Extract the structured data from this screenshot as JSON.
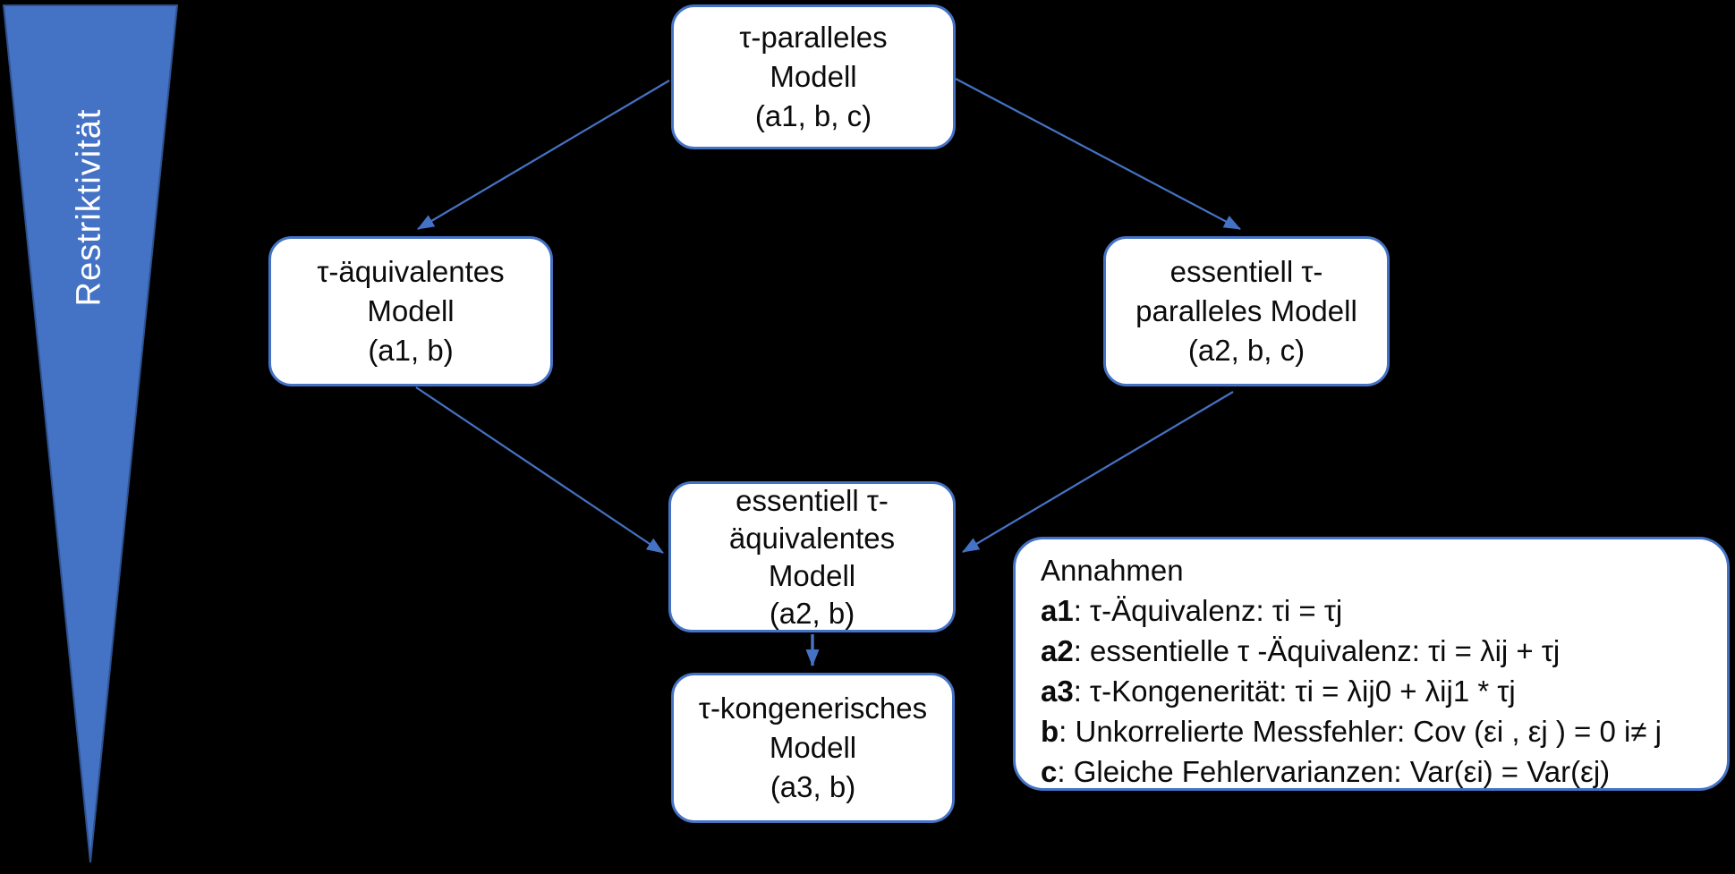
{
  "colors": {
    "background": "#000000",
    "accent_blue": "#4472C4",
    "funnel_border": "#2F528F",
    "box_fill": "#FFFFFF",
    "box_text": "#000000",
    "funnel_label_text": "#FFFFFF"
  },
  "funnel": {
    "label": "Restriktivität"
  },
  "boxes": {
    "tau_parallel": {
      "lines": [
        "τ-paralleles",
        "Modell",
        "(a1, b, c)"
      ]
    },
    "tau_equivalent": {
      "lines": [
        "τ-äquivalentes",
        "Modell",
        "(a1, b)"
      ]
    },
    "essentially_tau_parallel": {
      "lines": [
        "essentiell τ-",
        "paralleles Modell",
        "(a2, b, c)"
      ]
    },
    "essentially_tau_equivalent": {
      "lines": [
        "essentiell τ-",
        "äquivalentes",
        "Modell",
        "(a2, b)"
      ]
    },
    "tau_congeneric": {
      "lines": [
        "τ-kongenerisches",
        "Modell",
        "(a3, b)"
      ]
    }
  },
  "annahmen": {
    "title": "Annahmen",
    "items": [
      {
        "label": "a1",
        "text": ": τ-Äquivalenz: τi = τj"
      },
      {
        "label": "a2",
        "text": ": essentielle τ -Äquivalenz: τi = λij + τj"
      },
      {
        "label": "a3",
        "text": ": τ-Kongenerität: τi = λij0 + λij1 * τj"
      },
      {
        "label": "b",
        "text": ": Unkorrelierte Messfehler: Cov (εi , εj ) = 0 i≠ j"
      },
      {
        "label": "c",
        "text": ": Gleiche Fehlervarianzen: Var(εi) = Var(εj)"
      }
    ]
  }
}
